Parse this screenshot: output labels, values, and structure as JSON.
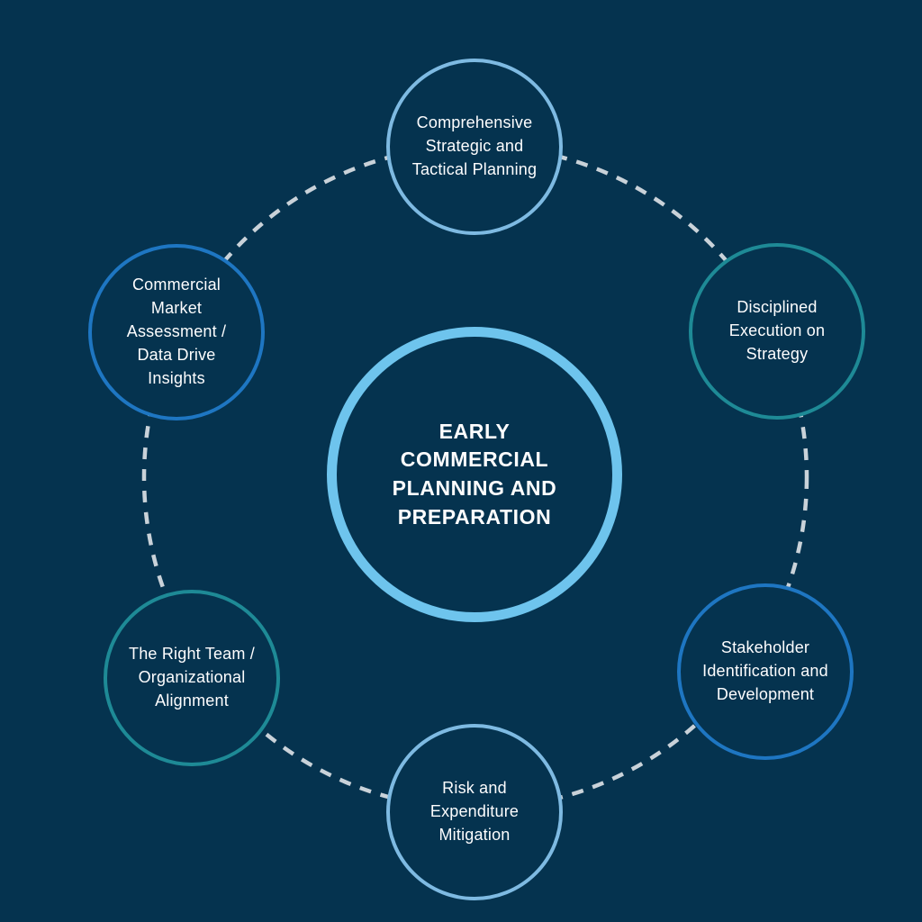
{
  "diagram": {
    "title_center": {
      "label": "EARLY\nCOMMERCIAL\nPLANNING AND\nPREPARATION",
      "border_color": "#6EC4ED"
    },
    "nodes": [
      {
        "id": "top",
        "label": "Comprehensive\nStrategic and\nTactical Planning",
        "border_color": "#7EBAE2"
      },
      {
        "id": "top-right",
        "label": "Disciplined\nExecution on\nStrategy",
        "border_color": "#1E8A96"
      },
      {
        "id": "bottom-right",
        "label": "Stakeholder\nIdentification and\nDevelopment",
        "border_color": "#1E76C2"
      },
      {
        "id": "bottom",
        "label": "Risk and\nExpenditure\nMitigation",
        "border_color": "#7EBAE2"
      },
      {
        "id": "bottom-left",
        "label": "The Right Team /\nOrganizational\nAlignment",
        "border_color": "#1E8A96"
      },
      {
        "id": "top-left",
        "label": "Commercial\nMarket\nAssessment /\nData Drive\nInsights",
        "border_color": "#1E76C2"
      }
    ],
    "colors": {
      "background": "#05334F",
      "node_fill": "#05334F",
      "dash_ring": "#C9D2D9",
      "text": "#FDFDFE"
    }
  }
}
